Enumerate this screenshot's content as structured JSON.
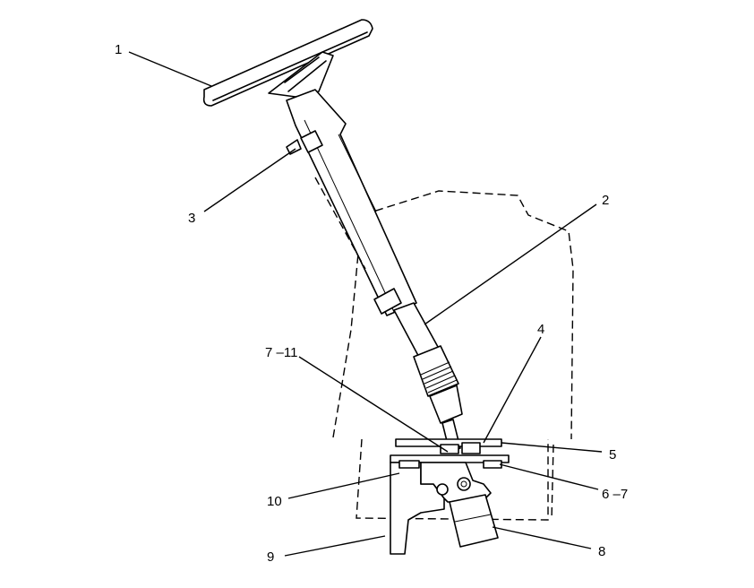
{
  "diagram": {
    "callouts": [
      {
        "id": "c1",
        "text": "1"
      },
      {
        "id": "c2",
        "text": "2"
      },
      {
        "id": "c3",
        "text": "3"
      },
      {
        "id": "c4",
        "text": "4"
      },
      {
        "id": "c5",
        "text": "5"
      },
      {
        "id": "c6",
        "text": "6 –7"
      },
      {
        "id": "c7",
        "text": "7 –11"
      },
      {
        "id": "c8",
        "text": "8"
      },
      {
        "id": "c9",
        "text": "9"
      },
      {
        "id": "c10",
        "text": "10"
      }
    ]
  }
}
